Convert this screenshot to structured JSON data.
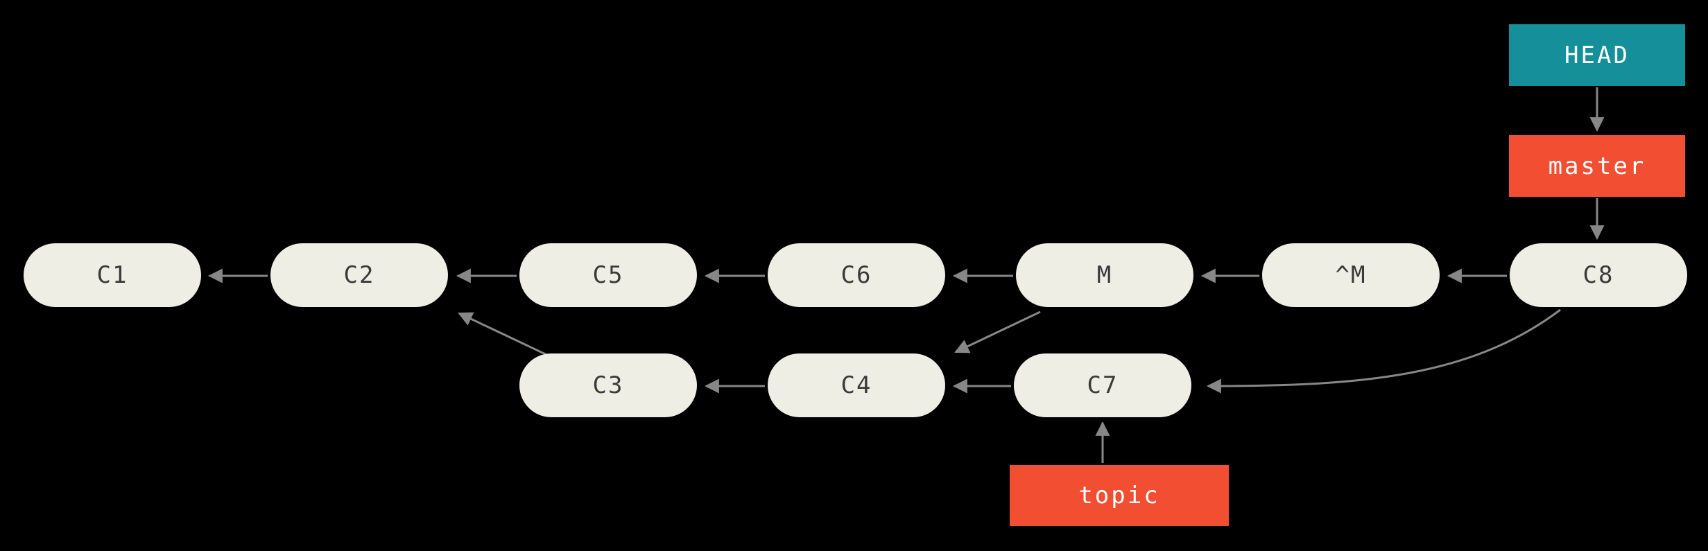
{
  "diagram": {
    "type": "git-commit-graph",
    "background": "#000000",
    "nodes": [
      {
        "id": "C1",
        "label": "C1",
        "row": 1
      },
      {
        "id": "C2",
        "label": "C2",
        "row": 1
      },
      {
        "id": "C5",
        "label": "C5",
        "row": 1
      },
      {
        "id": "C6",
        "label": "C6",
        "row": 1
      },
      {
        "id": "M",
        "label": "M",
        "row": 1
      },
      {
        "id": "^M",
        "label": "^M",
        "row": 1
      },
      {
        "id": "C8",
        "label": "C8",
        "row": 1
      },
      {
        "id": "C3",
        "label": "C3",
        "row": 2
      },
      {
        "id": "C4",
        "label": "C4",
        "row": 2
      },
      {
        "id": "C7",
        "label": "C7",
        "row": 2
      }
    ],
    "refs": [
      {
        "id": "HEAD",
        "label": "HEAD",
        "color": "#15909a",
        "points_to": "master"
      },
      {
        "id": "master",
        "label": "master",
        "color": "#f14e32",
        "points_to": "C8"
      },
      {
        "id": "topic",
        "label": "topic",
        "color": "#f14e32",
        "points_to": "C7"
      }
    ],
    "edges": [
      {
        "from": "C2",
        "to": "C1"
      },
      {
        "from": "C5",
        "to": "C2"
      },
      {
        "from": "C6",
        "to": "C5"
      },
      {
        "from": "M",
        "to": "C6"
      },
      {
        "from": "^M",
        "to": "M"
      },
      {
        "from": "C8",
        "to": "^M"
      },
      {
        "from": "C3",
        "to": "C2"
      },
      {
        "from": "C4",
        "to": "C3"
      },
      {
        "from": "C7",
        "to": "C4"
      },
      {
        "from": "M",
        "to": "C4"
      },
      {
        "from": "C8",
        "to": "C7"
      },
      {
        "from": "HEAD",
        "to": "master"
      },
      {
        "from": "master",
        "to": "C8"
      },
      {
        "from": "topic",
        "to": "C7"
      }
    ],
    "colors": {
      "node_fill": "#efeee4",
      "node_text": "#3a3a3a",
      "edge": "#878787",
      "head_ref": "#15909a",
      "branch_ref": "#f14e32",
      "ref_text": "#ffffff"
    }
  }
}
